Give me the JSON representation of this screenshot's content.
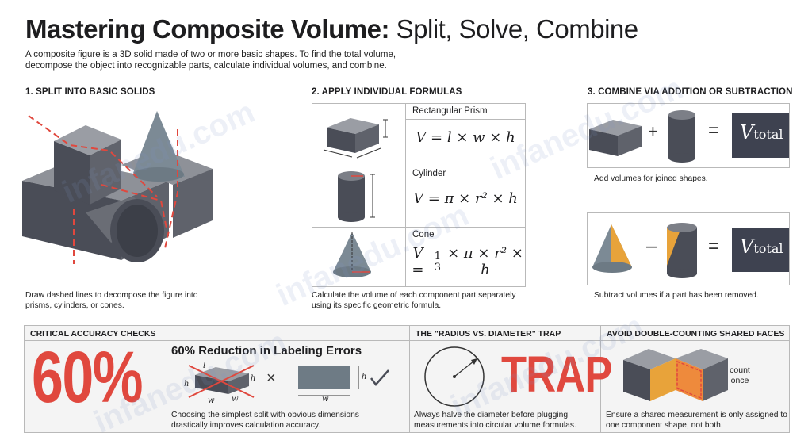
{
  "header": {
    "title_bold": "Mastering Composite Volume:",
    "title_light": " Split, Solve, Combine",
    "subtitle": "A composite figure is a 3D solid made of two or more basic shapes. To find the total volume, decompose the object into recognizable parts, calculate individual volumes, and combine."
  },
  "split": {
    "heading": "1. SPLIT INTO BASIC SOLIDS",
    "caption": "Draw dashed lines to decompose the figure into prisms, cylinders, or cones."
  },
  "formulas": {
    "heading": "2. APPLY INDIVIDUAL FORMULAS",
    "rows": [
      {
        "name": "Rectangular Prism",
        "formula": "V = l × w × h"
      },
      {
        "name": "Cylinder",
        "formula": "V = π × r² × h"
      },
      {
        "name": "Cone",
        "formula_prefix": "V =",
        "frac_num": "1",
        "frac_den": "3",
        "formula_suffix": "× π × r² × h"
      }
    ],
    "caption": "Calculate the volume of each component part separately using its specific geometric formula."
  },
  "combine": {
    "heading": "3. COMBINE VIA ADDITION OR SUBTRACTION",
    "plus": "+",
    "minus": "–",
    "equals": "=",
    "total_v": "V",
    "total_sub": "total",
    "add_caption": "Add volumes for joined shapes.",
    "sub_caption": "Subtract volumes if a part has been removed."
  },
  "checks": {
    "heading": "CRITICAL ACCURACY CHECKS",
    "big_number": "60%",
    "reduction_title": "60% Reduction in Labeling Errors",
    "labels": {
      "h": "h",
      "w": "w",
      "l": "l",
      "times": "×"
    },
    "caption": "Choosing the simplest split with obvious dimensions drastically improves calculation accuracy."
  },
  "trap": {
    "heading": "THE \"RADIUS VS. DIAMETER\" TRAP",
    "word": "TRAP",
    "caption": "Always halve the diameter before plugging measurements into circular volume formulas."
  },
  "shared": {
    "heading": "AVOID DOUBLE-COUNTING SHARED FACES",
    "count_once": "count once",
    "caption": "Ensure a shared measurement is only assigned to one component shape, not both."
  },
  "watermark": {
    "text": "infanedu.com"
  },
  "colors": {
    "accent_red": "#e0483e",
    "solid_dark": "#4a4d57",
    "solid_light": "#8e9198",
    "cone_blue": "#7c8a95",
    "highlight_orange": "#e8a33a",
    "total_box": "#3e4250"
  }
}
